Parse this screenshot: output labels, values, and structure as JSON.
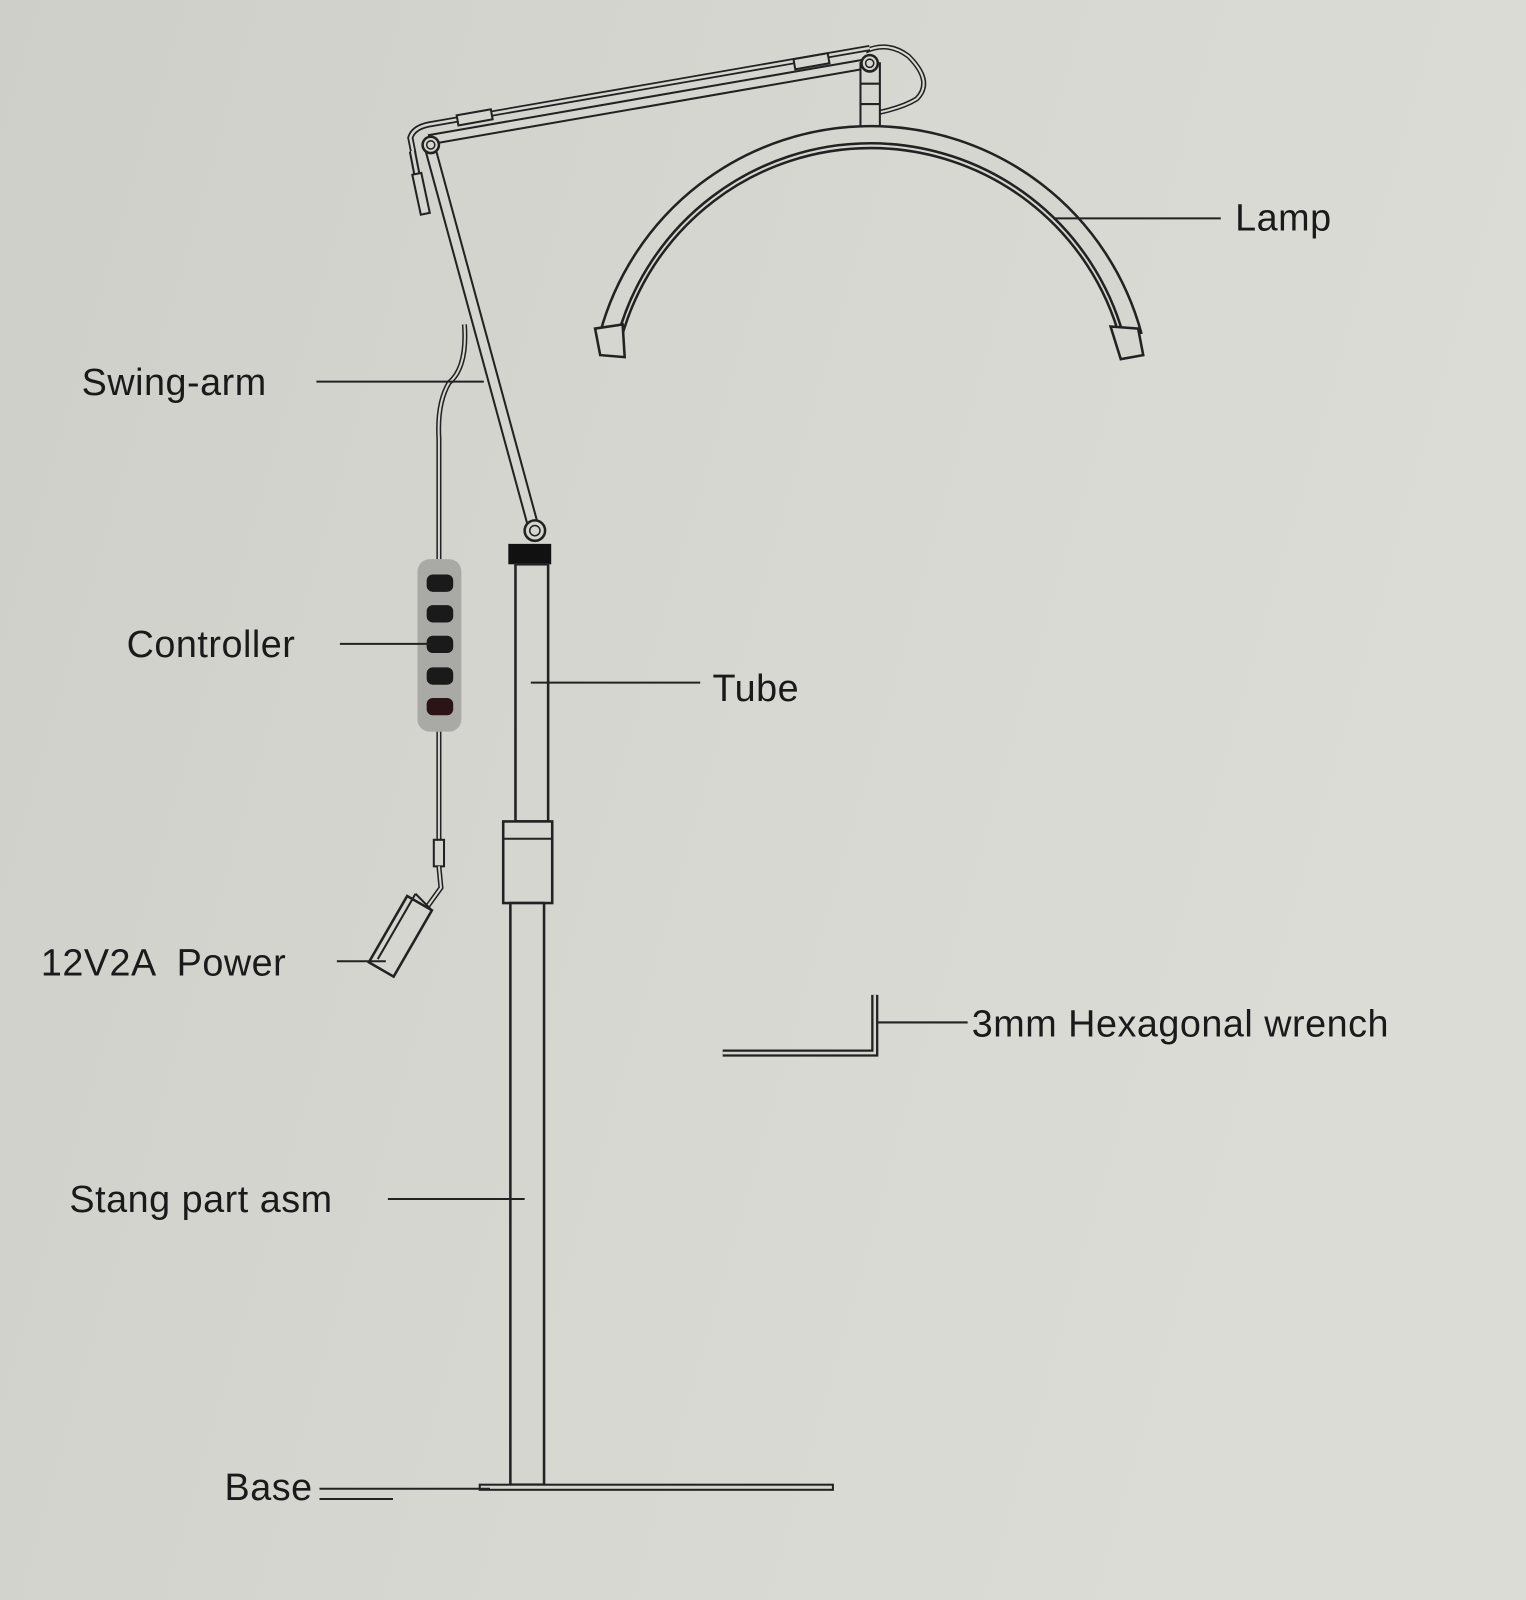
{
  "labels": {
    "lamp": "Lamp",
    "swing_arm": "Swing-arm",
    "controller": "Controller",
    "tube": "Tube",
    "power": "12V2A  Power",
    "wrench": "3mm Hexagonal wrench",
    "stang": "Stang part asm",
    "base": "Base"
  },
  "colors": {
    "paper": "#d4d4ce",
    "ink": "#1f1f1f",
    "controller_body": "#a9a9a6"
  }
}
